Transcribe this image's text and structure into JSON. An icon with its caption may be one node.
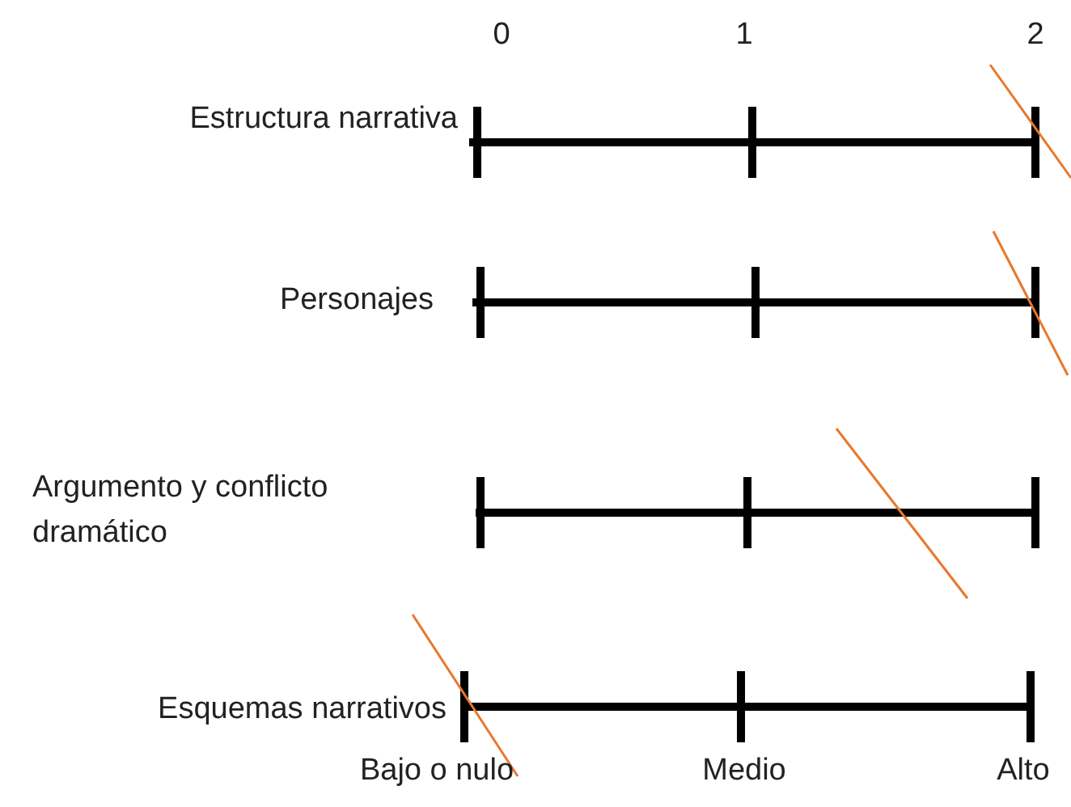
{
  "diagram": {
    "labels": [
      "0",
      "1",
      "2",
      "Estructura narrativa",
      "Personajes",
      "Argumento y conflicto dramático",
      "Esquemas narrativos",
      "Bajo o nulo",
      "Medio",
      "Alto"
    ]
  }
}
